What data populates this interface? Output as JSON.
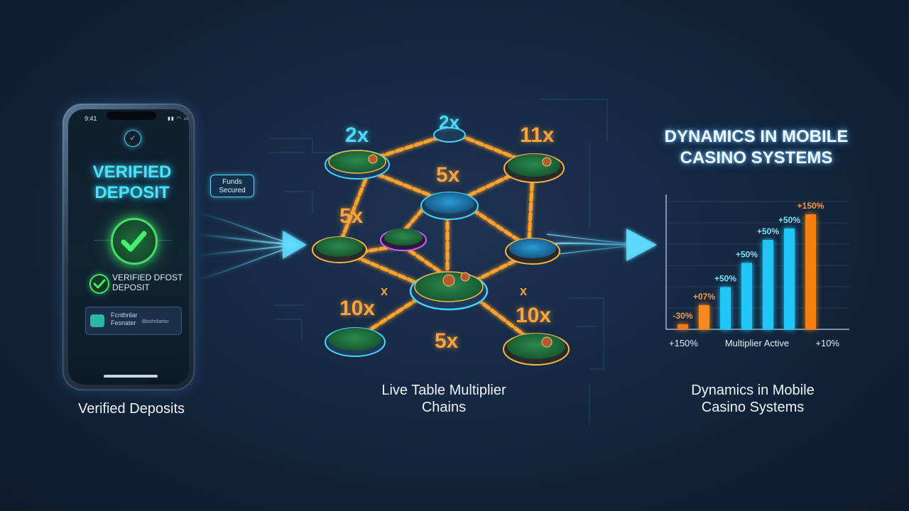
{
  "phone": {
    "status_time": "9:41",
    "title": "VERIFIED DEPOSIT",
    "verified_text": "VERIFIED DFOST DEPOSIT",
    "card_text": "Fcnthrilar Fesnater",
    "card_subtext": "Bbsthrilartor",
    "icons": [
      "app-logo-icon",
      "check-icon",
      "card-icon"
    ]
  },
  "badge": {
    "text": "Funds Secured"
  },
  "captions": {
    "left": "Verified Deposits",
    "center": "Live Table Multiplier Chains",
    "right": "Dynamics in Mobile Casino Systems"
  },
  "headline": "DYNAMICS IN MOBILE CASINO SYSTEMS",
  "network": {
    "multipliers": [
      {
        "label": "2x",
        "color": "cyan"
      },
      {
        "label": "2x",
        "color": "cyan"
      },
      {
        "label": "11x",
        "color": "orange"
      },
      {
        "label": "5x",
        "color": "orange"
      },
      {
        "label": "5x",
        "color": "orange"
      },
      {
        "label": "10x",
        "color": "orange"
      },
      {
        "label": "10x",
        "color": "orange"
      },
      {
        "label": "5x",
        "color": "orange"
      }
    ],
    "x_marks": [
      "x",
      "x"
    ]
  },
  "colors": {
    "cyan": "#4fd8ff",
    "orange": "#ffa340",
    "green": "#43e068",
    "background": "#142840"
  },
  "chart_data": {
    "type": "bar",
    "bar_labels": [
      "-30%",
      "+07%",
      "+50%",
      "+50%",
      "+50%",
      "+50%",
      "+150%"
    ],
    "values": [
      4,
      19,
      33,
      52,
      70,
      79,
      90
    ],
    "bar_colors": [
      "#f07a1a",
      "#f38a1c",
      "#1ec7f5",
      "#1ec7f5",
      "#1ec7f5",
      "#1ec7f5",
      "#f57f12"
    ],
    "label_colors": [
      "#ff9a3c",
      "#ff9a3c",
      "#7be3ff",
      "#7be3ff",
      "#7be3ff",
      "#7be3ff",
      "#ff9a3c"
    ],
    "ylim": [
      0,
      100
    ],
    "axis_left": "+150%",
    "axis_center": "Multiplier Active",
    "axis_right": "+10%",
    "grid": true
  }
}
